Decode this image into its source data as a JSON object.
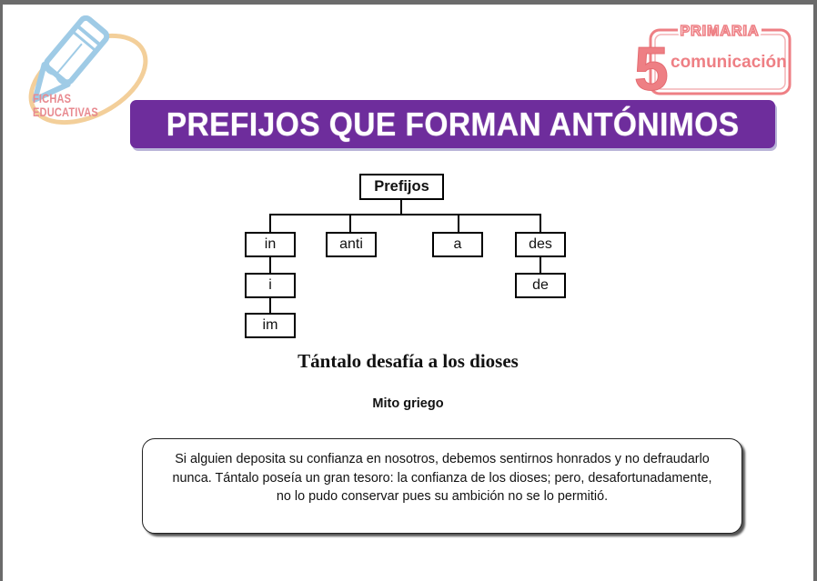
{
  "header": {
    "logo_left": {
      "icon": "pencil-icon",
      "line1": "FICHAS",
      "line2": "EDUCATIVAS",
      "colors": {
        "pencil": "#9fcbe6",
        "ellipse": "#f3cf9a",
        "text": "#e88a90"
      }
    },
    "logo_right": {
      "top_label": "PRIMARIA",
      "grade": "5",
      "subject": "comunicación",
      "color": "#ee7f84"
    },
    "banner": {
      "title": "PREFIJOS QUE FORMAN ANTÓNIMOS",
      "color": "#6e2d9c"
    }
  },
  "diagram": {
    "root": "Prefijos",
    "branches": [
      {
        "label": "in",
        "children": [
          "i",
          "im"
        ]
      },
      {
        "label": "anti",
        "children": []
      },
      {
        "label": "a",
        "children": []
      },
      {
        "label": "des",
        "children": [
          "de"
        ]
      }
    ]
  },
  "story": {
    "title": "Tántalo desafía a los dioses",
    "subtitle": "Mito griego",
    "paragraph": "Si alguien deposita su confianza en nosotros, debemos sentirnos honrados y no defraudarlo nunca. Tántalo poseía un gran tesoro: la confianza de los dioses; pero, desafortunadamente, no lo pudo conservar pues su ambición no se lo permitió."
  }
}
